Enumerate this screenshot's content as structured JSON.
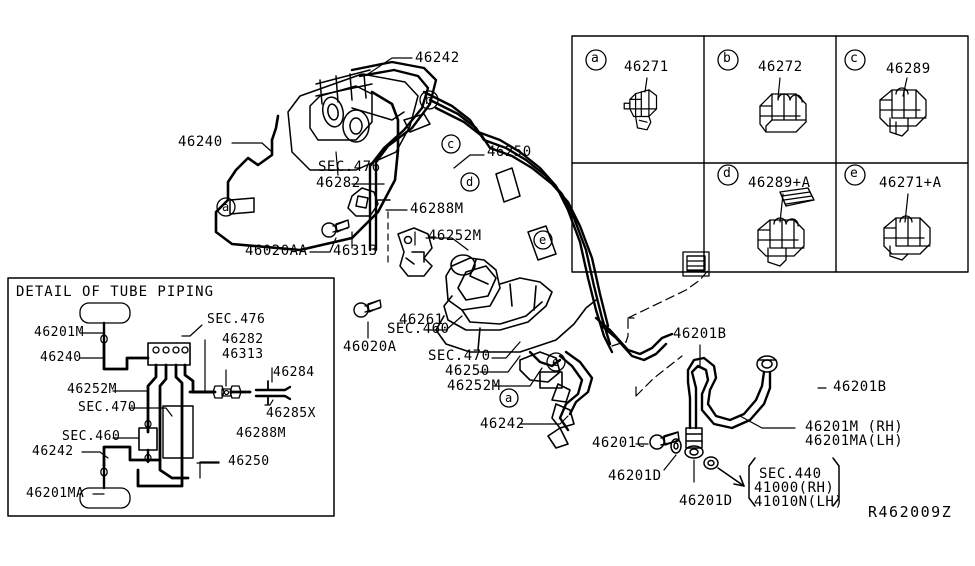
{
  "sheet": {
    "diagram_code": "R462009Z",
    "detail_box_title": "DETAIL OF TUBE PIPING"
  },
  "callout_table": {
    "cells": [
      {
        "marker": "a",
        "part": "46271"
      },
      {
        "marker": "b",
        "part": "46272"
      },
      {
        "marker": "c",
        "part": "46289"
      },
      {
        "marker": "d",
        "part": "46289+A"
      },
      {
        "marker": "e",
        "part": "46271+A"
      }
    ]
  },
  "main_diagram": {
    "markers": [
      "a",
      "b",
      "c",
      "d",
      "e",
      "e",
      "a"
    ],
    "labels": [
      {
        "id": "l-46242-top",
        "text": "46242"
      },
      {
        "id": "l-46240",
        "text": "46240"
      },
      {
        "id": "l-sec476",
        "text": "SEC.476"
      },
      {
        "id": "l-46282",
        "text": "46282"
      },
      {
        "id": "l-46250-top",
        "text": "46250"
      },
      {
        "id": "l-46288m",
        "text": "46288M"
      },
      {
        "id": "l-46252m-top",
        "text": "46252M"
      },
      {
        "id": "l-46020aa",
        "text": "46020AA"
      },
      {
        "id": "l-46313",
        "text": "46313"
      },
      {
        "id": "l-46261",
        "text": "46261"
      },
      {
        "id": "l-sec460",
        "text": "SEC.460"
      },
      {
        "id": "l-46020a",
        "text": "46020A"
      },
      {
        "id": "l-sec470",
        "text": "SEC.470"
      },
      {
        "id": "l-46250-mid",
        "text": "46250"
      },
      {
        "id": "l-46252m-mid",
        "text": "46252M"
      },
      {
        "id": "l-46242-bot",
        "text": "46242"
      },
      {
        "id": "l-46201b-top",
        "text": "46201B"
      },
      {
        "id": "l-46201b-right",
        "text": "46201B"
      },
      {
        "id": "l-46201m-rh",
        "text": "46201M (RH)"
      },
      {
        "id": "l-46201ma-lh",
        "text": "46201MA(LH)"
      },
      {
        "id": "l-46201c",
        "text": "46201C"
      },
      {
        "id": "l-46201d-left",
        "text": "46201D"
      },
      {
        "id": "l-46201d-bot",
        "text": "46201D"
      },
      {
        "id": "l-sec440",
        "text": "SEC.440"
      },
      {
        "id": "l-41000rh",
        "text": "41000(RH)"
      },
      {
        "id": "l-41010nlh",
        "text": "41010N(LH)"
      }
    ]
  },
  "detail_box": {
    "labels": [
      {
        "id": "d-46201m",
        "text": "46201M"
      },
      {
        "id": "d-46240",
        "text": "46240"
      },
      {
        "id": "d-sec476",
        "text": "SEC.476"
      },
      {
        "id": "d-46282",
        "text": "46282"
      },
      {
        "id": "d-46313",
        "text": "46313"
      },
      {
        "id": "d-46284",
        "text": "46284"
      },
      {
        "id": "d-46252m",
        "text": "46252M"
      },
      {
        "id": "d-sec470",
        "text": "SEC.470"
      },
      {
        "id": "d-46285x",
        "text": "46285X"
      },
      {
        "id": "d-sec460",
        "text": "SEC.460"
      },
      {
        "id": "d-46288m",
        "text": "46288M"
      },
      {
        "id": "d-46242",
        "text": "46242"
      },
      {
        "id": "d-46250",
        "text": "46250"
      },
      {
        "id": "d-46201ma",
        "text": "46201MA"
      }
    ]
  }
}
